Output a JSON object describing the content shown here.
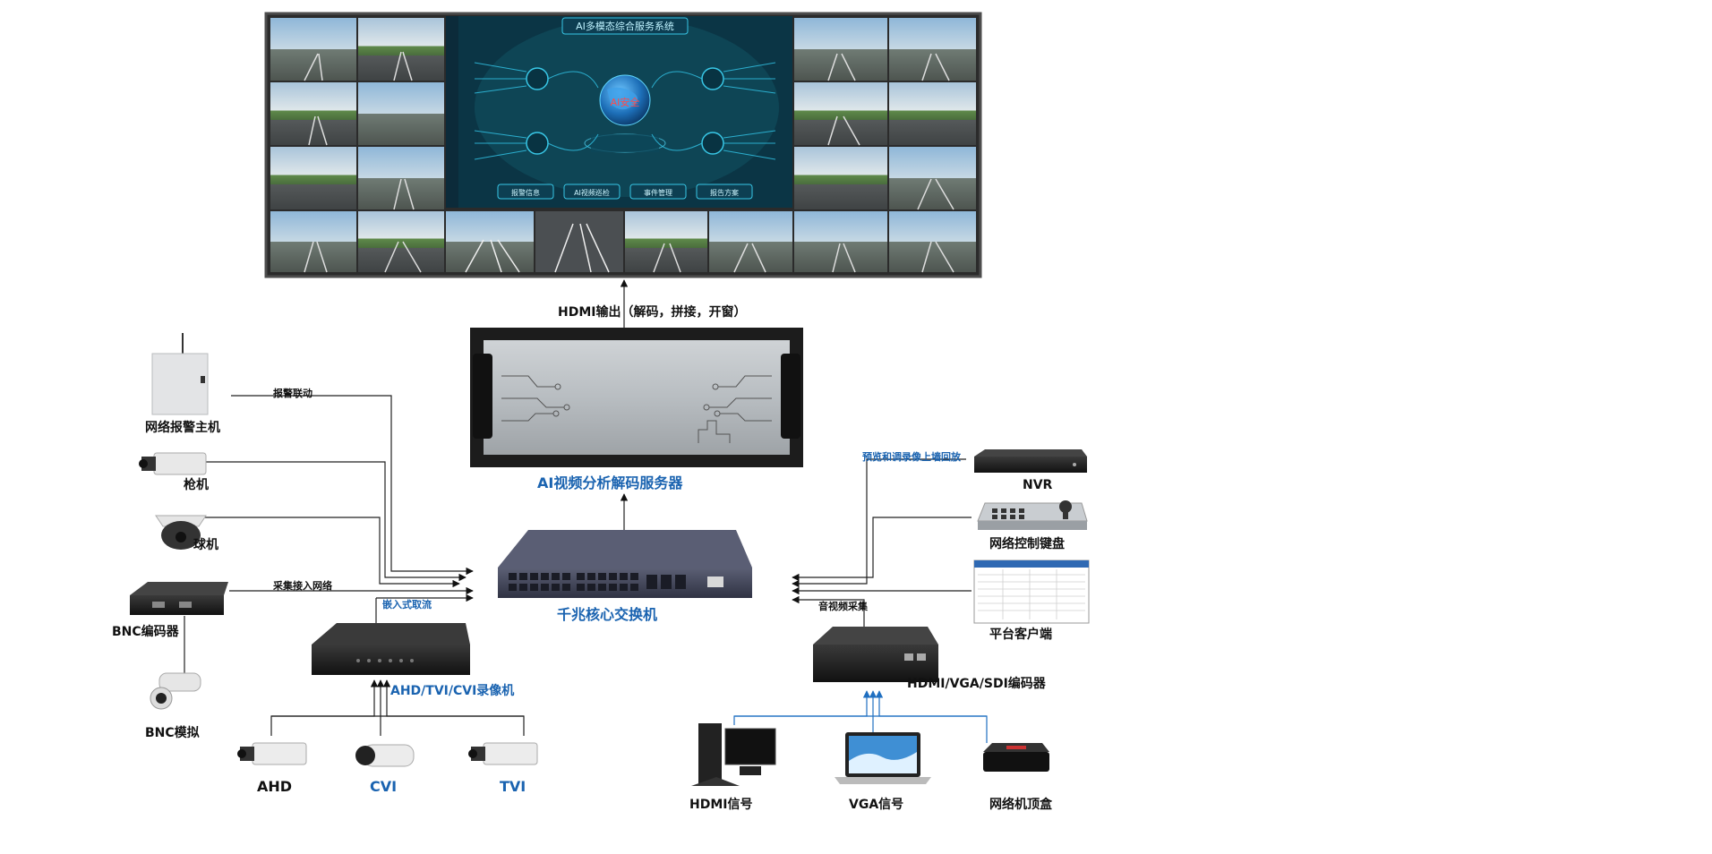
{
  "diagram": {
    "video_wall": {
      "screen_title": "AI多模态综合服务系统",
      "globe_text": "AI安全",
      "menu_buttons": [
        "报警信息",
        "AI视频巡检",
        "事件管理",
        "报告方案"
      ]
    },
    "labels": {
      "hdmi_output": "HDMI输出（解码，拼接，开窗）",
      "ai_server": "AI视频分析解码服务器",
      "core_switch": "千兆核心交换机",
      "alarm_host": "网络报警主机",
      "alarm_link": "报警联动",
      "gun_camera": "枪机",
      "dome_camera": "球机",
      "collect_network": "采集接入网络",
      "bnc_encoder": "BNC编码器",
      "bnc_analog": "BNC模拟",
      "embedded_stream": "嵌入式取流",
      "dvr": "AHD/TVI/CVI录像机",
      "ahd": "AHD",
      "cvi": "CVI",
      "tvi": "TVI",
      "preview_playback": "预览和调录像上墙回放",
      "nvr": "NVR",
      "network_keyboard": "网络控制键盘",
      "platform_client": "平台客户端",
      "av_capture": "音视频采集",
      "hdmi_encoder": "HDMI/VGA/SDI编码器",
      "hdmi_signal": "HDMI信号",
      "vga_signal": "VGA信号",
      "set_top_box": "网络机顶盒"
    },
    "colors": {
      "accent_blue": "#1a63b0",
      "line_black": "#222222",
      "line_blue": "#1f6fc1",
      "screen_teal": "#0f4a5a"
    }
  }
}
